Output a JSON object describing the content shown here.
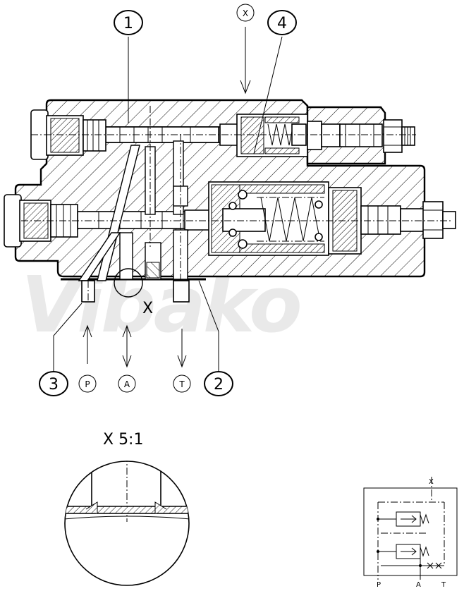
{
  "callouts": {
    "c1": "1",
    "c2": "2",
    "c3": "3",
    "c4": "4"
  },
  "ports": {
    "x_top": "X",
    "p": "P",
    "a": "A",
    "t": "T"
  },
  "detail": {
    "marker_label": "X",
    "title": "X 5:1"
  },
  "symbol": {
    "x_label": "X",
    "p_label": "P",
    "a_label": "A",
    "t_label": "T"
  },
  "watermark": {
    "text": "Vibako"
  },
  "colors": {
    "line": "#000000",
    "background": "#ffffff",
    "watermark": "#e9e9e9"
  }
}
